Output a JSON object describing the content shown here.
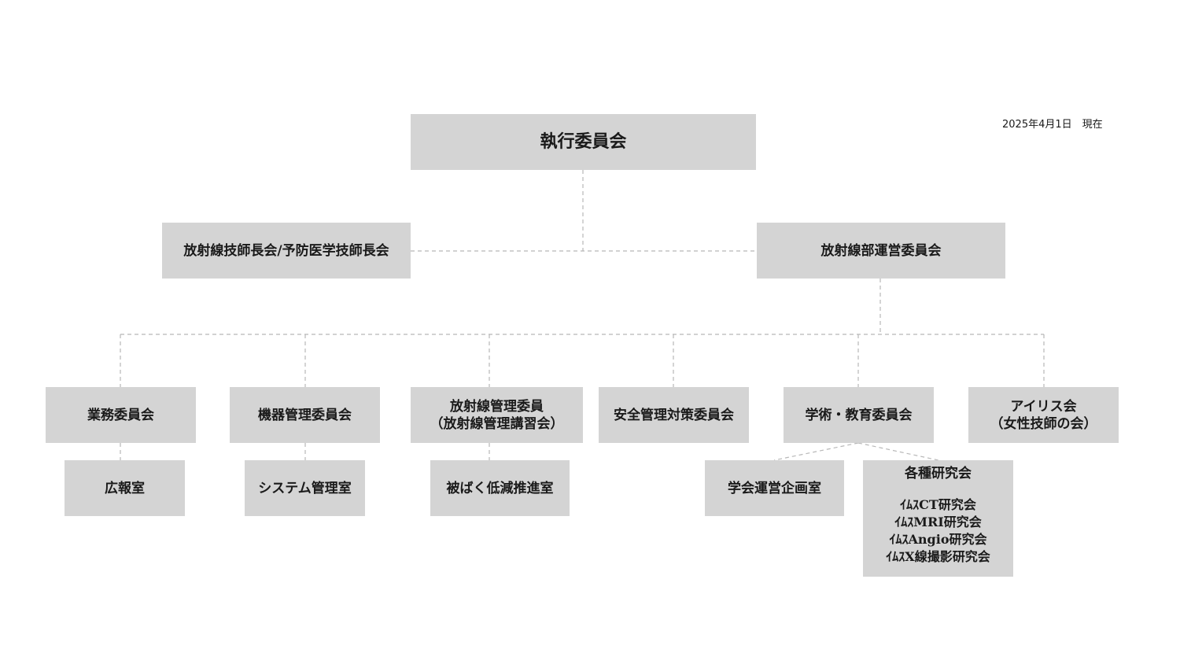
{
  "date_label": "2025年4月1日　現在",
  "top": {
    "title": "執行委員会"
  },
  "level2": {
    "left": "放射線技師長会/予防医学技師長会",
    "right": "放射線部運営委員会"
  },
  "committees": [
    {
      "lines": [
        "業務委員会"
      ]
    },
    {
      "lines": [
        "機器管理委員会"
      ]
    },
    {
      "lines": [
        "放射線管理委員",
        "（放射線管理講習会）"
      ]
    },
    {
      "lines": [
        "安全管理対策委員会"
      ]
    },
    {
      "lines": [
        "学術・教育委員会"
      ]
    },
    {
      "lines": [
        "アイリス会",
        "（女性技師の会）"
      ]
    }
  ],
  "sub_units": [
    "広報室",
    "システム管理室",
    "被ばく低減推進室",
    "学会運営企画室"
  ],
  "research": {
    "title": "各種研究会",
    "items": [
      "ｲﾑｽCT研究会",
      "ｲﾑｽMRI研究会",
      "ｲﾑｽAngio研究会",
      "ｲﾑｽX線撮影研究会"
    ]
  }
}
